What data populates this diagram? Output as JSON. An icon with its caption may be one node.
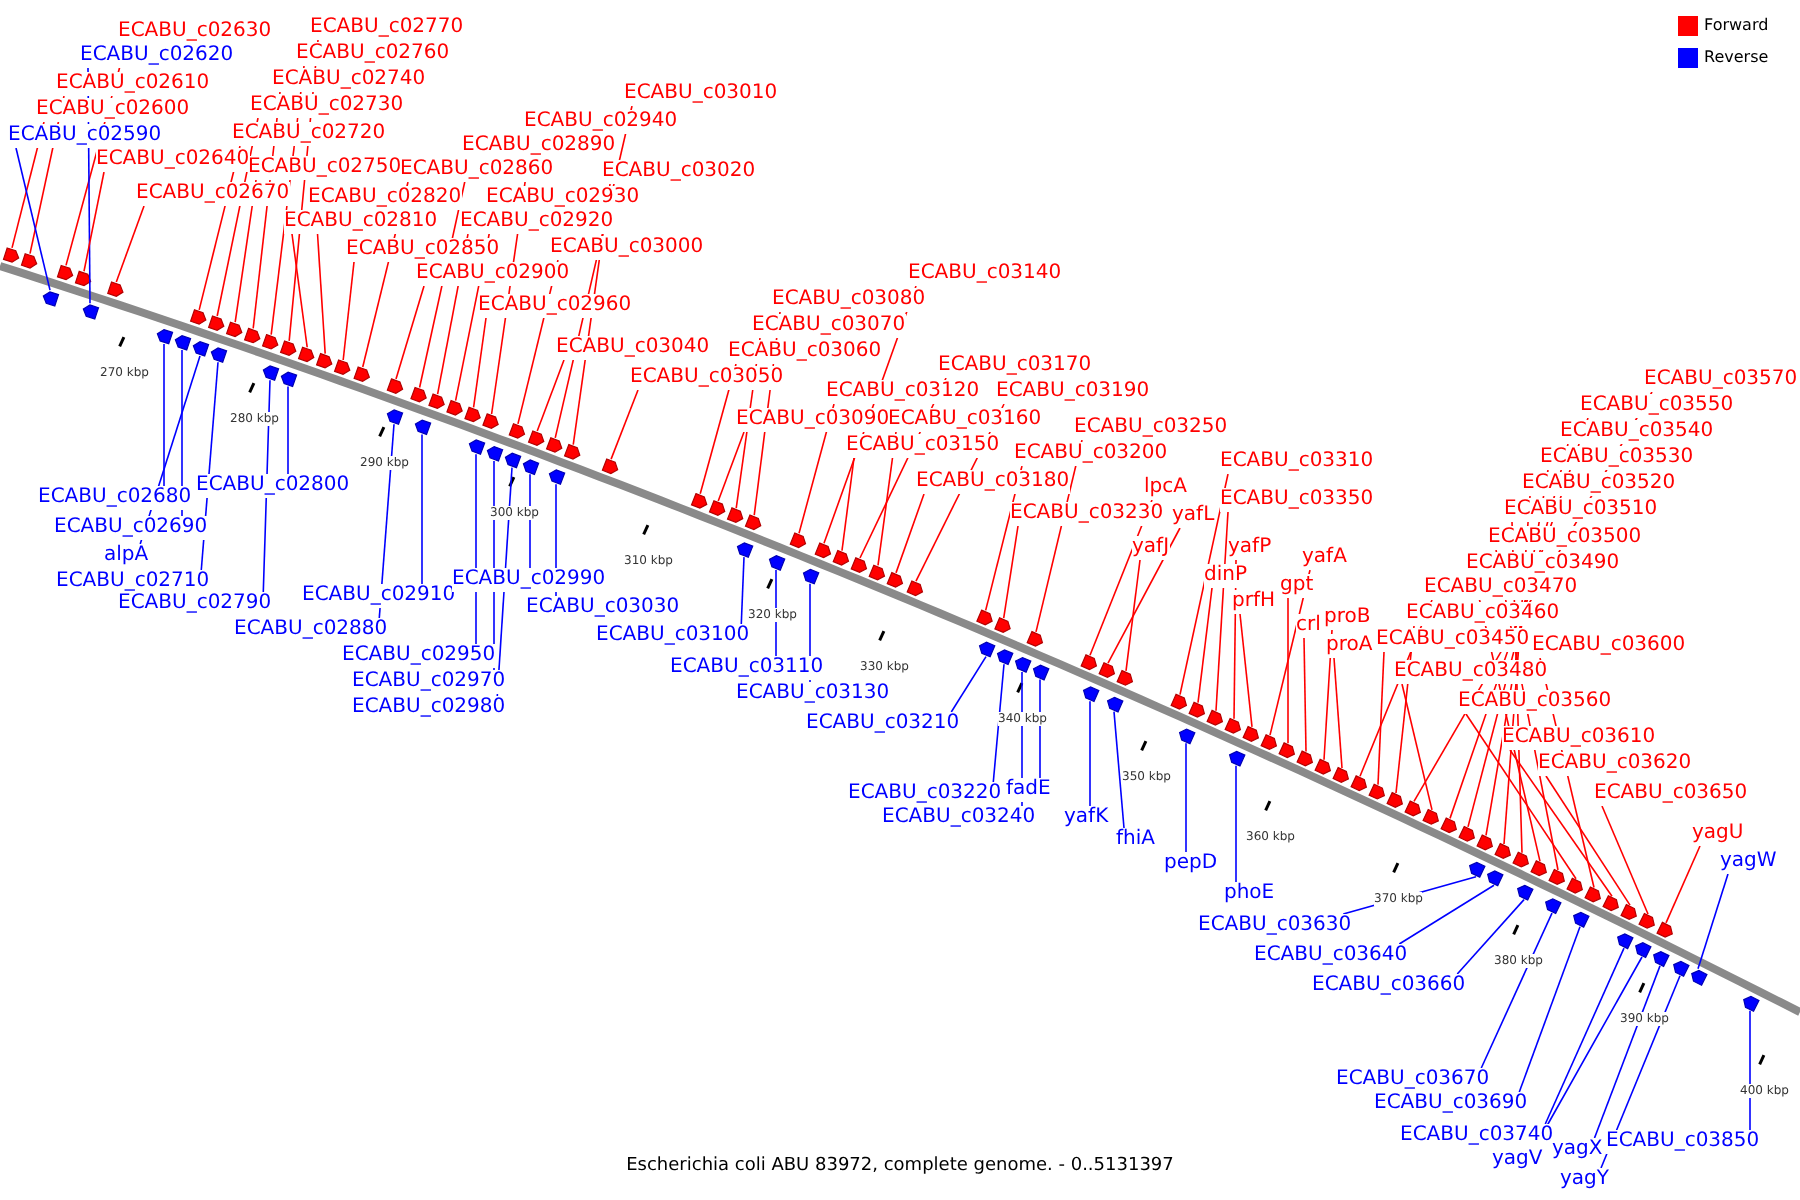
{
  "diagram": {
    "caption": "Escherichia coli ABU 83972, complete genome. - 0..5131397",
    "nodes": [
      {
        "text": [
          "ECABU_c02630"
        ]
      },
      {
        "text": [
          "ECABU_c02620"
        ]
      },
      {
        "text": [
          "ECABU_c02610"
        ]
      },
      {
        "text": [
          "ECABU_c02600"
        ]
      },
      {
        "text": [
          "ECABU_c02590"
        ]
      },
      {
        "text": [
          "ECABU_c02640"
        ]
      },
      {
        "text": [
          "ECABU_c02670"
        ]
      },
      {
        "text": [
          "ECABU_c02770"
        ]
      },
      {
        "text": [
          "ECABU_c02760"
        ]
      },
      {
        "text": [
          "ECABU_c02740"
        ]
      },
      {
        "text": [
          "ECABU_c02730"
        ]
      },
      {
        "text": [
          "ECABU_c02720"
        ]
      },
      {
        "text": [
          "ECABU_c02750"
        ]
      },
      {
        "text": [
          "ECABU_c02820"
        ]
      },
      {
        "text": [
          "ECABU_c02810"
        ]
      },
      {
        "text": [
          "ECABU_c02850"
        ]
      },
      {
        "text": [
          "ECABU_c02900"
        ]
      },
      {
        "text": [
          "ECABU_c02960"
        ]
      },
      {
        "text": [
          "ECABU_c02860"
        ]
      },
      {
        "text": [
          "ECABU_c02890"
        ]
      },
      {
        "text": [
          "ECABU_c02930"
        ]
      },
      {
        "text": [
          "ECABU_c02920"
        ]
      },
      {
        "text": [
          "ECABU_c02940"
        ]
      },
      {
        "text": [
          "ECABU_c03010"
        ]
      },
      {
        "text": [
          "ECABU_c03020"
        ]
      },
      {
        "text": [
          "ECABU_c03000"
        ]
      },
      {
        "text": [
          "ECABU_c03040"
        ]
      },
      {
        "text": [
          "ECABU_c03050"
        ]
      },
      {
        "text": [
          "ECABU_c03080"
        ]
      },
      {
        "text": [
          "ECABU_c03070"
        ]
      },
      {
        "text": [
          "ECABU_c03060"
        ]
      },
      {
        "text": [
          "ECABU_c03090"
        ]
      },
      {
        "text": [
          "ECABU_c03140"
        ]
      },
      {
        "text": [
          "ECABU_c03120"
        ]
      },
      {
        "text": [
          "ECABU_c03170"
        ]
      },
      {
        "text": [
          "ECABU_c03160"
        ]
      },
      {
        "text": [
          "ECABU_c03150"
        ]
      },
      {
        "text": [
          "ECABU_c03190"
        ]
      },
      {
        "text": [
          "ECABU_c03180"
        ]
      },
      {
        "text": [
          "ECABU_c03200"
        ]
      },
      {
        "text": [
          "ECABU_c03250"
        ]
      },
      {
        "text": [
          "ECABU_c03230"
        ]
      },
      {
        "text": [
          "lpcA"
        ]
      },
      {
        "text": [
          "yafL"
        ]
      },
      {
        "text": [
          "yafJ"
        ]
      },
      {
        "text": [
          "ECABU_c03310"
        ]
      },
      {
        "text": [
          "ECABU_c03350"
        ]
      },
      {
        "text": [
          "yafP"
        ]
      },
      {
        "text": [
          "dinP"
        ]
      },
      {
        "text": [
          "prfH"
        ]
      },
      {
        "text": [
          "yafA"
        ]
      },
      {
        "text": [
          "gpt"
        ]
      },
      {
        "text": [
          "crl"
        ]
      },
      {
        "text": [
          "proB"
        ]
      },
      {
        "text": [
          "proA"
        ]
      },
      {
        "text": [
          "ECABU_c03570"
        ]
      },
      {
        "text": [
          "ECABU_c03550"
        ]
      },
      {
        "text": [
          "ECABU_c03540"
        ]
      },
      {
        "text": [
          "ECABU_c03530"
        ]
      },
      {
        "text": [
          "ECABU_c03520"
        ]
      },
      {
        "text": [
          "ECABU_c03510"
        ]
      },
      {
        "text": [
          "ECABU_c03500"
        ]
      },
      {
        "text": [
          "ECABU_c03490"
        ]
      },
      {
        "text": [
          "ECABU_c03470"
        ]
      },
      {
        "text": [
          "ECABU_c03460"
        ]
      },
      {
        "text": [
          "ECABU_c03450"
        ]
      },
      {
        "text": [
          "ECABU_c03600"
        ]
      },
      {
        "text": [
          "ECABU_c03480"
        ]
      },
      {
        "text": [
          "ECABU_c03560"
        ]
      },
      {
        "text": [
          "ECABU_c03610"
        ]
      },
      {
        "text": [
          "ECABU_c03620"
        ]
      },
      {
        "text": [
          "ECABU_c03650"
        ]
      },
      {
        "text": [
          "yagU"
        ]
      },
      {
        "text": [
          "yagW"
        ]
      },
      {
        "text": [
          "ECABU_c02680"
        ]
      },
      {
        "text": [
          "ECABU_c02690"
        ]
      },
      {
        "text": [
          "alpA"
        ]
      },
      {
        "text": [
          "ECABU_c02710"
        ]
      },
      {
        "text": [
          "ECABU_c02790"
        ]
      },
      {
        "text": [
          "ECABU_c02800"
        ]
      },
      {
        "text": [
          "ECABU_c02910"
        ]
      },
      {
        "text": [
          "ECABU_c02880"
        ]
      },
      {
        "text": [
          "ECABU_c02990"
        ]
      },
      {
        "text": [
          "ECABU_c02950"
        ]
      },
      {
        "text": [
          "ECABU_c02970"
        ]
      },
      {
        "text": [
          "ECABU_c02980"
        ]
      },
      {
        "text": [
          "ECABU_c03030"
        ]
      },
      {
        "text": [
          "ECABU_c03100"
        ]
      },
      {
        "text": [
          "ECABU_c03110"
        ]
      },
      {
        "text": [
          "ECABU_c03130"
        ]
      },
      {
        "text": [
          "ECABU_c03210"
        ]
      },
      {
        "text": [
          "ECABU_c03220"
        ]
      },
      {
        "text": [
          "ECABU_c03240"
        ]
      },
      {
        "text": [
          "fadE"
        ]
      },
      {
        "text": [
          "yafK"
        ]
      },
      {
        "text": [
          "fhiA"
        ]
      },
      {
        "text": [
          "pepD"
        ]
      },
      {
        "text": [
          "phoE"
        ]
      },
      {
        "text": [
          "ECABU_c03630"
        ]
      },
      {
        "text": [
          "ECABU_c03640"
        ]
      },
      {
        "text": [
          "ECABU_c03660"
        ]
      },
      {
        "text": [
          "ECABU_c03670"
        ]
      },
      {
        "text": [
          "ECABU_c03690"
        ]
      },
      {
        "text": [
          "ECABU_c03740"
        ]
      },
      {
        "text": [
          "yagV"
        ]
      },
      {
        "text": [
          "yagX"
        ]
      },
      {
        "text": [
          "yagY"
        ]
      },
      {
        "text": [
          "ECABU_c03850"
        ]
      },
      {
        "text": [],
        "shape": "arrow"
      },
      {
        "text": [],
        "shape": "arrow"
      },
      {
        "text": [],
        "shape": "arrow"
      },
      {
        "text": [],
        "shape": "arrow"
      },
      {
        "text": [],
        "shape": "arrow"
      },
      {
        "text": [],
        "shape": "arrow"
      },
      {
        "text": [],
        "shape": "arrow"
      },
      {
        "text": [],
        "shape": "arrow"
      },
      {
        "text": [],
        "shape": "arrow"
      },
      {
        "text": [],
        "shape": "arrow"
      },
      {
        "text": [],
        "shape": "arrow"
      },
      {
        "text": [],
        "shape": "arrow"
      },
      {
        "text": [],
        "shape": "arrow"
      },
      {
        "text": [],
        "shape": "arrow"
      },
      {
        "text": [],
        "shape": "arrow"
      },
      {
        "text": [],
        "shape": "arrow"
      },
      {
        "text": [],
        "shape": "arrow"
      },
      {
        "text": [],
        "shape": "arrow"
      },
      {
        "text": [],
        "shape": "arrow"
      },
      {
        "text": [],
        "shape": "arrow"
      },
      {
        "text": [],
        "shape": "arrow"
      },
      {
        "text": [],
        "shape": "arrow"
      },
      {
        "text": [],
        "shape": "arrow"
      },
      {
        "text": [],
        "shape": "arrow"
      },
      {
        "text": [],
        "shape": "arrow"
      },
      {
        "text": [],
        "shape": "arrow"
      },
      {
        "text": [],
        "shape": "arrow"
      },
      {
        "text": [],
        "shape": "arrow"
      },
      {
        "text": [],
        "shape": "arrow"
      },
      {
        "text": [],
        "shape": "arrow"
      },
      {
        "text": [],
        "shape": "arrow"
      },
      {
        "text": [],
        "shape": "arrow"
      },
      {
        "text": [],
        "shape": "arrow"
      },
      {
        "text": [],
        "shape": "arrow"
      },
      {
        "text": [],
        "shape": "arrow"
      },
      {
        "text": [],
        "shape": "arrow"
      },
      {
        "text": [],
        "shape": "arrow"
      },
      {
        "text": [],
        "shape": "arrow"
      },
      {
        "text": [],
        "shape": "arrow"
      },
      {
        "text": [],
        "shape": "arrow"
      },
      {
        "text": [],
        "shape": "arrow"
      },
      {
        "text": [],
        "shape": "arrow"
      },
      {
        "text": [],
        "shape": "arrow"
      },
      {
        "text": [],
        "shape": "arrow"
      },
      {
        "text": [],
        "shape": "arrow"
      },
      {
        "text": [],
        "shape": "arrow"
      },
      {
        "text": [],
        "shape": "arrow"
      },
      {
        "text": [],
        "shape": "arrow"
      },
      {
        "text": [],
        "shape": "arrow"
      },
      {
        "text": [],
        "shape": "arrow"
      },
      {
        "text": [],
        "shape": "arrow"
      },
      {
        "text": [],
        "shape": "arrow"
      },
      {
        "text": [],
        "shape": "arrow"
      },
      {
        "text": [],
        "shape": "arrow"
      },
      {
        "text": [],
        "shape": "arrow"
      },
      {
        "text": [],
        "shape": "arrow"
      },
      {
        "text": [],
        "shape": "arrow"
      },
      {
        "text": [],
        "shape": "arrow"
      },
      {
        "text": [],
        "shape": "arrow"
      },
      {
        "text": [],
        "shape": "arrow"
      },
      {
        "text": [],
        "shape": "arrow"
      },
      {
        "text": [],
        "shape": "arrow"
      },
      {
        "text": [],
        "shape": "arrow"
      },
      {
        "text": [],
        "shape": "arrow"
      },
      {
        "text": [],
        "shape": "arrow"
      },
      {
        "text": [],
        "shape": "arrow"
      },
      {
        "text": [],
        "shape": "arrow"
      },
      {
        "text": [],
        "shape": "arrow"
      },
      {
        "text": [],
        "shape": "arrow"
      },
      {
        "text": [],
        "shape": "arrow"
      },
      {
        "text": [],
        "shape": "arrow"
      },
      {
        "text": [],
        "shape": "arrow"
      },
      {
        "text": [],
        "shape": "arrow"
      },
      {
        "text": [],
        "shape": "arrow"
      },
      {
        "text": [],
        "shape": "arrow"
      },
      {
        "text": [],
        "shape": "arrow"
      },
      {
        "text": [],
        "shape": "arrow"
      },
      {
        "text": [],
        "shape": "arrow"
      },
      {
        "text": [],
        "shape": "arrow"
      },
      {
        "text": [],
        "shape": "arrow"
      },
      {
        "text": [],
        "shape": "arrow"
      },
      {
        "text": [],
        "shape": "arrow"
      },
      {
        "text": [],
        "shape": "arrow"
      },
      {
        "text": [],
        "shape": "arrow"
      },
      {
        "text": [],
        "shape": "arrow"
      },
      {
        "text": [],
        "shape": "arrow"
      },
      {
        "text": [],
        "shape": "arrow"
      },
      {
        "text": [],
        "shape": "arrow"
      },
      {
        "text": [],
        "shape": "arrow"
      },
      {
        "text": [],
        "shape": "arrow"
      },
      {
        "text": [],
        "shape": "arrow"
      },
      {
        "text": [],
        "shape": "arrow"
      },
      {
        "text": [],
        "shape": "arrow"
      },
      {
        "text": [],
        "shape": "arrow"
      },
      {
        "text": [],
        "shape": "arrow"
      },
      {
        "text": [],
        "shape": "arrow"
      },
      {
        "text": [],
        "shape": "arrow"
      },
      {
        "text": [],
        "shape": "arrow"
      },
      {
        "text": [],
        "shape": "arrow"
      },
      {
        "text": [],
        "shape": "arrow"
      },
      {
        "text": [],
        "shape": "arrow"
      },
      {
        "text": [],
        "shape": "arrow"
      },
      {
        "text": [],
        "shape": "arrow"
      },
      {
        "text": [],
        "shape": "arrow"
      },
      {
        "text": [],
        "shape": "arrow"
      },
      {
        "text": [],
        "shape": "arrow"
      },
      {
        "text": [],
        "shape": "arrow"
      },
      {
        "text": [],
        "shape": "arrow"
      }
    ],
    "edges": [
      {
        "from": 0,
        "to": 108,
        "arrow": "none"
      },
      {
        "from": 1,
        "to": 109,
        "arrow": "none",
        "color": "#0000ff"
      },
      {
        "from": 2,
        "to": 110,
        "arrow": "none"
      },
      {
        "from": 3,
        "to": 111,
        "arrow": "none"
      },
      {
        "from": 4,
        "to": 112,
        "arrow": "none",
        "color": "#0000ff"
      },
      {
        "from": 5,
        "to": 113,
        "arrow": "none"
      },
      {
        "from": 6,
        "to": 114,
        "arrow": "none"
      },
      {
        "from": 7,
        "to": 115,
        "arrow": "none"
      },
      {
        "from": 8,
        "to": 116,
        "arrow": "none"
      },
      {
        "from": 9,
        "to": 117,
        "arrow": "none"
      },
      {
        "from": 10,
        "to": 118,
        "arrow": "none"
      },
      {
        "from": 11,
        "to": 119,
        "arrow": "none"
      },
      {
        "from": 12,
        "to": 120,
        "arrow": "none"
      },
      {
        "from": 13,
        "to": 121,
        "arrow": "none"
      },
      {
        "from": 14,
        "to": 122,
        "arrow": "none"
      },
      {
        "from": 15,
        "to": 123,
        "arrow": "none"
      },
      {
        "from": 16,
        "to": 124,
        "arrow": "none"
      },
      {
        "from": 17,
        "to": 125,
        "arrow": "none"
      },
      {
        "from": 18,
        "to": 126,
        "arrow": "none"
      },
      {
        "from": 19,
        "to": 127,
        "arrow": "none"
      },
      {
        "from": 20,
        "to": 128,
        "arrow": "none"
      },
      {
        "from": 21,
        "to": 129,
        "arrow": "none"
      },
      {
        "from": 22,
        "to": 130,
        "arrow": "none"
      },
      {
        "from": 23,
        "to": 131,
        "arrow": "none"
      },
      {
        "from": 24,
        "to": 132,
        "arrow": "none"
      },
      {
        "from": 25,
        "to": 133,
        "arrow": "none"
      },
      {
        "from": 26,
        "to": 134,
        "arrow": "none"
      },
      {
        "from": 27,
        "to": 135,
        "arrow": "none"
      },
      {
        "from": 28,
        "to": 136,
        "arrow": "none"
      },
      {
        "from": 29,
        "to": 137,
        "arrow": "none"
      },
      {
        "from": 30,
        "to": 138,
        "arrow": "none"
      },
      {
        "from": 31,
        "to": 139,
        "arrow": "none"
      },
      {
        "from": 32,
        "to": 140,
        "arrow": "none"
      },
      {
        "from": 33,
        "to": 141,
        "arrow": "none"
      },
      {
        "from": 34,
        "to": 142,
        "arrow": "none"
      },
      {
        "from": 35,
        "to": 143,
        "arrow": "none"
      },
      {
        "from": 36,
        "to": 144,
        "arrow": "none"
      },
      {
        "from": 37,
        "to": 145,
        "arrow": "none"
      },
      {
        "from": 38,
        "to": 146,
        "arrow": "none"
      },
      {
        "from": 39,
        "to": 147,
        "arrow": "none"
      },
      {
        "from": 40,
        "to": 148,
        "arrow": "none"
      },
      {
        "from": 41,
        "to": 149,
        "arrow": "none"
      },
      {
        "from": 42,
        "to": 150,
        "arrow": "none"
      },
      {
        "from": 43,
        "to": 151,
        "arrow": "none"
      },
      {
        "from": 44,
        "to": 152,
        "arrow": "none"
      },
      {
        "from": 45,
        "to": 153,
        "arrow": "none"
      },
      {
        "from": 46,
        "to": 154,
        "arrow": "none"
      },
      {
        "from": 47,
        "to": 155,
        "arrow": "none"
      },
      {
        "from": 48,
        "to": 156,
        "arrow": "none"
      },
      {
        "from": 49,
        "to": 157,
        "arrow": "none"
      },
      {
        "from": 50,
        "to": 158,
        "arrow": "none"
      },
      {
        "from": 51,
        "to": 159,
        "arrow": "none"
      },
      {
        "from": 52,
        "to": 160,
        "arrow": "none"
      },
      {
        "from": 53,
        "to": 161,
        "arrow": "none"
      },
      {
        "from": 54,
        "to": 162,
        "arrow": "none"
      },
      {
        "from": 55,
        "to": 163,
        "arrow": "none"
      },
      {
        "from": 56,
        "to": 164,
        "arrow": "none"
      },
      {
        "from": 57,
        "to": 165,
        "arrow": "none"
      },
      {
        "from": 58,
        "to": 166,
        "arrow": "none"
      },
      {
        "from": 59,
        "to": 167,
        "arrow": "none"
      },
      {
        "from": 60,
        "to": 168,
        "arrow": "none"
      },
      {
        "from": 61,
        "to": 169,
        "arrow": "none"
      },
      {
        "from": 62,
        "to": 170,
        "arrow": "none"
      },
      {
        "from": 63,
        "to": 171,
        "arrow": "none"
      },
      {
        "from": 64,
        "to": 172,
        "arrow": "none"
      },
      {
        "from": 65,
        "to": 173,
        "arrow": "none"
      },
      {
        "from": 66,
        "to": 174,
        "arrow": "none"
      },
      {
        "from": 67,
        "to": 175,
        "arrow": "none"
      },
      {
        "from": 68,
        "to": 176,
        "arrow": "none"
      },
      {
        "from": 69,
        "to": 177,
        "arrow": "none"
      },
      {
        "from": 70,
        "to": 178,
        "arrow": "none"
      },
      {
        "from": 71,
        "to": 179,
        "arrow": "none"
      },
      {
        "from": 72,
        "to": 180,
        "arrow": "none"
      },
      {
        "from": 73,
        "to": 181,
        "arrow": "none",
        "color": "#0000ff"
      },
      {
        "from": 74,
        "to": 182,
        "arrow": "none",
        "color": "#0000ff"
      },
      {
        "from": 75,
        "to": 183,
        "arrow": "none",
        "color": "#0000ff"
      },
      {
        "from": 76,
        "to": 184,
        "arrow": "none",
        "color": "#0000ff"
      },
      {
        "from": 77,
        "to": 185,
        "arrow": "none",
        "color": "#0000ff"
      },
      {
        "from": 78,
        "to": 186,
        "arrow": "none",
        "color": "#0000ff"
      },
      {
        "from": 79,
        "to": 187,
        "arrow": "none",
        "color": "#0000ff"
      },
      {
        "from": 80,
        "to": 188,
        "arrow": "none",
        "color": "#0000ff"
      },
      {
        "from": 81,
        "to": 189,
        "arrow": "none",
        "color": "#0000ff"
      },
      {
        "from": 82,
        "to": 190,
        "arrow": "none",
        "color": "#0000ff"
      },
      {
        "from": 83,
        "to": 191,
        "arrow": "none",
        "color": "#0000ff"
      },
      {
        "from": 84,
        "to": 192,
        "arrow": "none",
        "color": "#0000ff"
      },
      {
        "from": 85,
        "to": 193,
        "arrow": "none",
        "color": "#0000ff"
      },
      {
        "from": 86,
        "to": 194,
        "arrow": "none",
        "color": "#0000ff"
      },
      {
        "from": 87,
        "to": 195,
        "arrow": "none",
        "color": "#0000ff"
      },
      {
        "from": 88,
        "to": 196,
        "arrow": "none",
        "color": "#0000ff"
      },
      {
        "from": 89,
        "to": 197,
        "arrow": "none",
        "color": "#0000ff"
      },
      {
        "from": 90,
        "to": 198,
        "arrow": "none",
        "color": "#0000ff"
      },
      {
        "from": 91,
        "to": 199,
        "arrow": "none",
        "color": "#0000ff"
      },
      {
        "from": 92,
        "to": 200,
        "arrow": "none",
        "color": "#0000ff"
      },
      {
        "from": 93,
        "to": 201,
        "arrow": "none",
        "color": "#0000ff"
      },
      {
        "from": 94,
        "to": 202,
        "arrow": "none",
        "color": "#0000ff"
      },
      {
        "from": 95,
        "to": 203,
        "arrow": "none",
        "color": "#0000ff"
      },
      {
        "from": 96,
        "to": 204,
        "arrow": "none",
        "color": "#0000ff"
      },
      {
        "from": 97,
        "to": 205,
        "arrow": "none",
        "color": "#0000ff"
      },
      {
        "from": 98,
        "to": 206,
        "arrow": "none",
        "color": "#0000ff"
      },
      {
        "from": 99,
        "to": 207,
        "arrow": "none",
        "color": "#0000ff"
      },
      {
        "from": 100,
        "to": 208,
        "arrow": "none",
        "color": "#0000ff"
      },
      {
        "from": 101,
        "to": 209,
        "arrow": "none",
        "color": "#0000ff"
      },
      {
        "from": 102,
        "to": 210,
        "arrow": "none",
        "color": "#0000ff"
      },
      {
        "from": 103,
        "to": 211,
        "arrow": "none",
        "color": "#0000ff"
      },
      {
        "from": 104,
        "to": 212,
        "arrow": "none",
        "color": "#0000ff"
      },
      {
        "from": 105,
        "to": 213,
        "arrow": "none",
        "color": "#0000ff"
      },
      {
        "from": 106,
        "to": 214,
        "arrow": "none",
        "color": "#0000ff"
      },
      {
        "from": 107,
        "to": 215,
        "arrow": "none",
        "color": "#0000ff"
      }
    ],
    "labels": [
      "270 kbp",
      "280 kbp",
      "290 kbp",
      "300 kbp",
      "310 kbp",
      "320 kbp",
      "330 kbp",
      "340 kbp",
      "350 kbp",
      "360 kbp",
      "370 kbp",
      "380 kbp",
      "390 kbp",
      "400 kbp"
    ],
    "legend": [
      {
        "text": "Forward",
        "color": "#ff0000"
      },
      {
        "text": "Reverse",
        "color": "#0000ff"
      }
    ]
  }
}
